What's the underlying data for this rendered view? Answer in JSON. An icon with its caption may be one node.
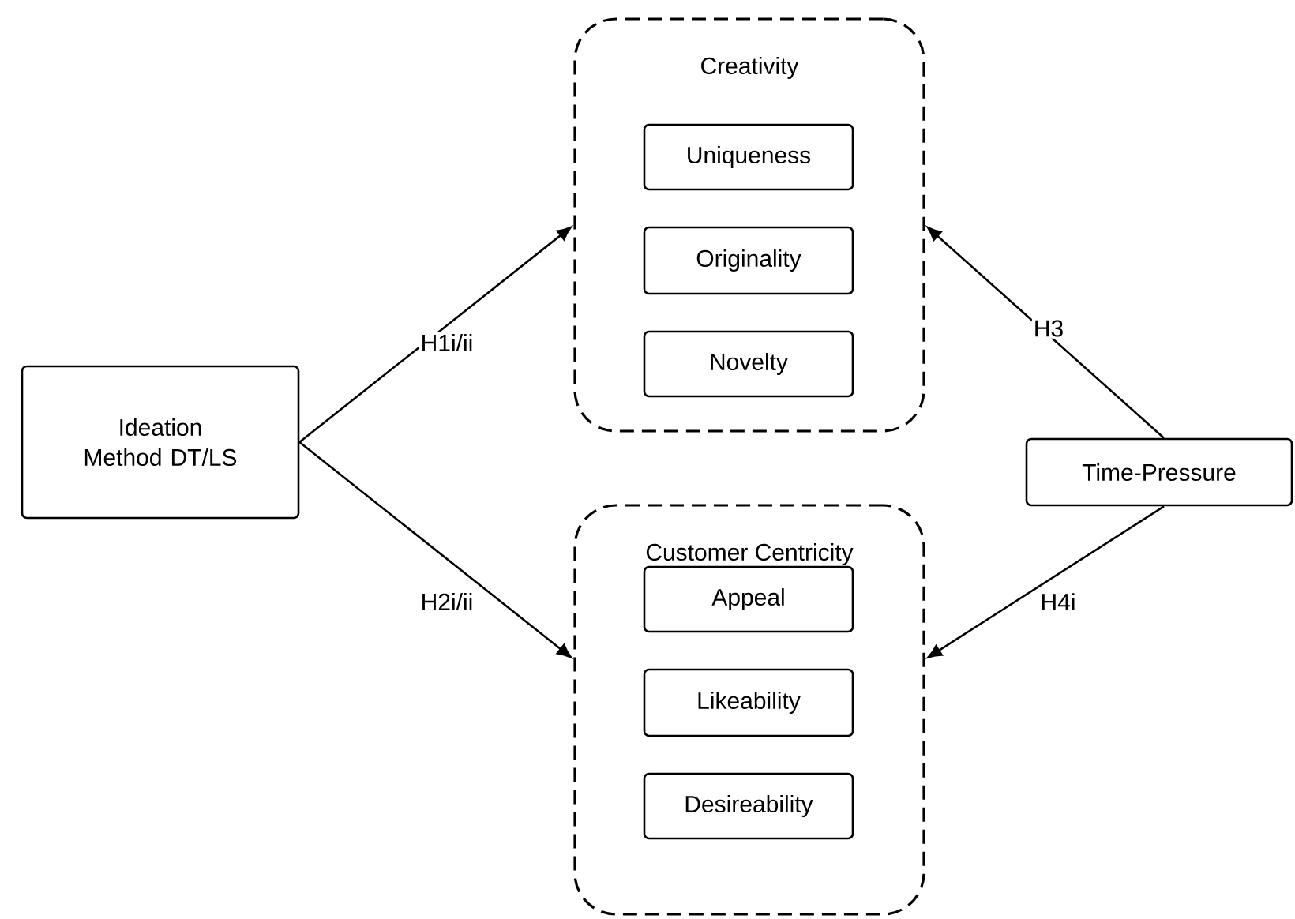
{
  "diagram": {
    "nodes": [
      {
        "text": [
          "Ideation Method DT/LS"
        ]
      },
      {
        "text": [
          "Creativity"
        ]
      },
      {
        "text": [
          "Uniqueness"
        ],
        "in": 1
      },
      {
        "text": [
          "Originality"
        ],
        "in": 1
      },
      {
        "text": [
          "Novelty"
        ],
        "in": 1
      },
      {
        "text": [
          "Customer Centricity"
        ]
      },
      {
        "text": [
          "Appeal"
        ],
        "in": 5
      },
      {
        "text": [
          "Likeability"
        ],
        "in": 5
      },
      {
        "text": [
          "Desireability"
        ],
        "in": 5
      },
      {
        "text": [
          "Time-Pressure"
        ]
      }
    ],
    "edges": [
      {
        "from": 0,
        "to": 1,
        "arrow": "to",
        "label": "H1i/ii"
      },
      {
        "from": 0,
        "to": 5,
        "arrow": "to",
        "label": "H2i/ii"
      },
      {
        "from": 9,
        "to": 1,
        "arrow": "to",
        "label": "H3"
      },
      {
        "from": 9,
        "to": 5,
        "arrow": "to",
        "label": "H4i"
      }
    ]
  }
}
